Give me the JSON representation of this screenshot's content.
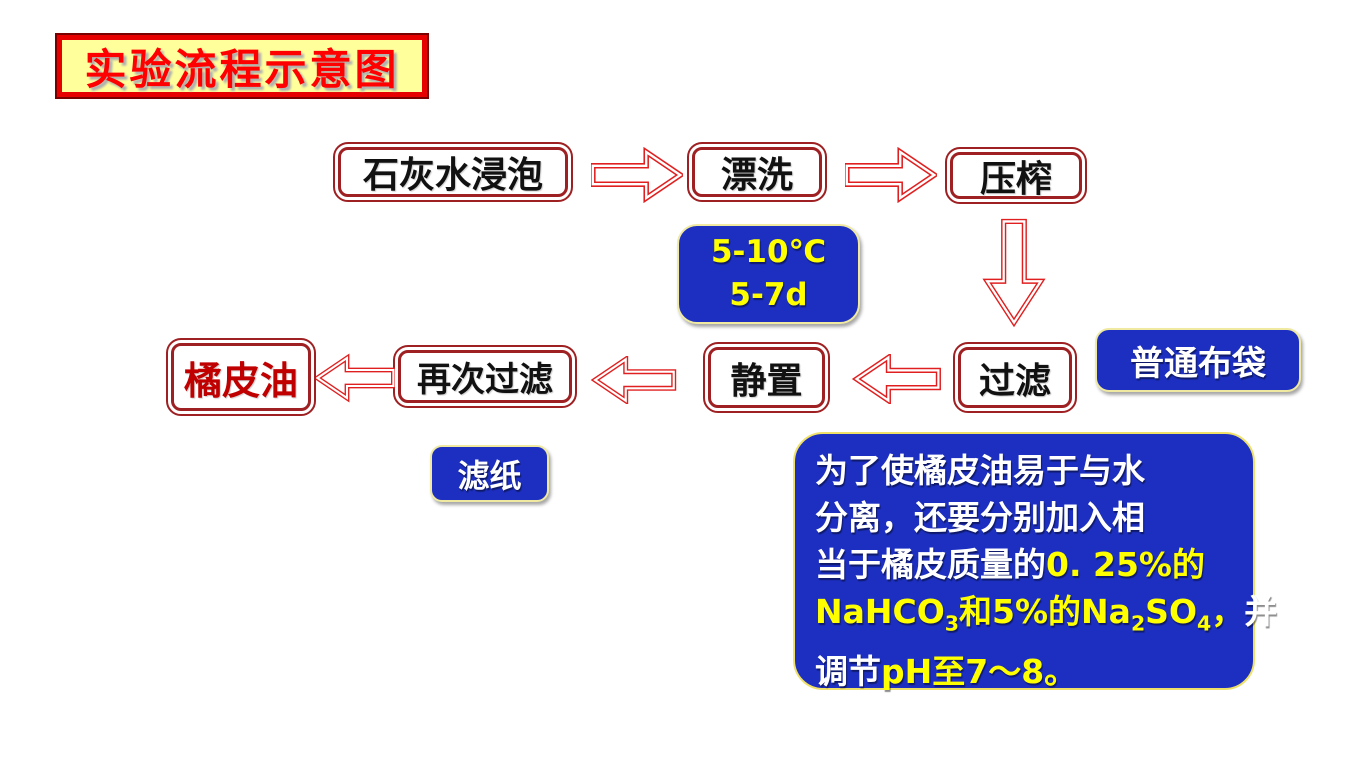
{
  "title": "实验流程示意图",
  "flowchart": {
    "row1": {
      "step1": "石灰水浸泡",
      "step2": "漂洗",
      "step3": "压榨"
    },
    "row2": {
      "step4": "过滤",
      "step5": "静置",
      "step6": "再次过滤",
      "result": "橘皮油"
    }
  },
  "callouts": {
    "temperature": {
      "line1": "5-10℃",
      "line2": "5-7d"
    },
    "cloth_bag": "普通布袋",
    "filter_paper": "滤纸"
  },
  "note": {
    "lines": [
      {
        "segments": [
          {
            "text": "为了使橘皮油易于与水",
            "color": "#FFFFFF"
          }
        ]
      },
      {
        "segments": [
          {
            "text": "分离，还要分别加入相",
            "color": "#FFFFFF"
          }
        ]
      },
      {
        "segments": [
          {
            "text": "当于橘皮质量的",
            "color": "#FFFFFF"
          },
          {
            "text": "0. 25%的",
            "color": "#FFFF00"
          }
        ]
      },
      {
        "segments": [
          {
            "text": "NaHCO",
            "color": "#FFFF00"
          },
          {
            "text": "3",
            "color": "#FFFF00",
            "subscript": true
          },
          {
            "text": "和5%的Na",
            "color": "#FFFF00"
          },
          {
            "text": "2",
            "color": "#FFFF00",
            "subscript": true
          },
          {
            "text": "SO",
            "color": "#FFFF00"
          },
          {
            "text": "4",
            "color": "#FFFF00",
            "subscript": true
          },
          {
            "text": "，",
            "color": "#FFFF00"
          },
          {
            "text": "并",
            "color": "#FFFFFF"
          }
        ]
      },
      {
        "segments": [
          {
            "text": "调节",
            "color": "#FFFFFF"
          },
          {
            "text": "pH至7～8。",
            "color": "#FFFF00"
          }
        ]
      }
    ]
  },
  "colors": {
    "accent_blue": "#1C2FC0",
    "arrow_red": "#E02020",
    "box_border_red": "#9E2022",
    "title_bg": "#FFFF9C",
    "title_border": "#E60000",
    "title_text": "#FF0000",
    "highlight_yellow": "#FFFF00",
    "result_text_red": "#C00000"
  }
}
